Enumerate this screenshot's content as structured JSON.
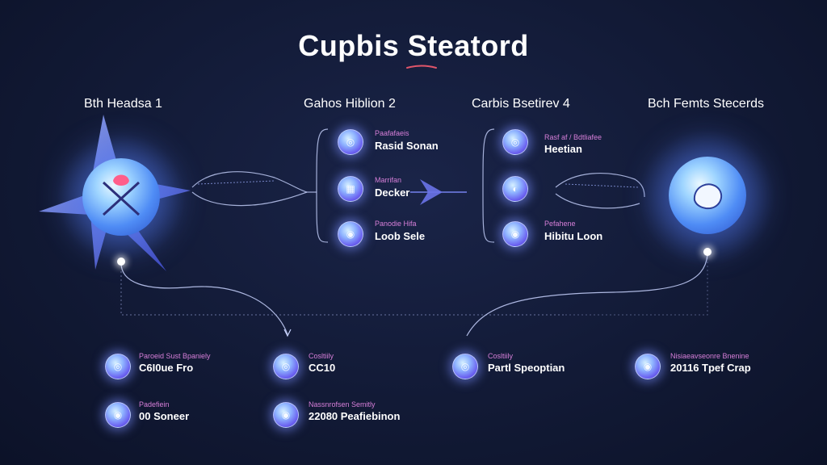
{
  "title": "Cupbis Steatord",
  "colors": {
    "background": "#121a36",
    "accent_underline": "#e0556a",
    "sublabel": "#d77fd9",
    "node_glow": "#8f9bff"
  },
  "columns": [
    {
      "header": "Bth Headsa 1"
    },
    {
      "header": "Gahos Hiblion 2"
    },
    {
      "header": "Carbis Bsetirev 4"
    },
    {
      "header": "Bch Femts Stecerds"
    }
  ],
  "middle_left_nodes": [
    {
      "sublabel": "Paafafaeis",
      "label": "Rasid Sonan",
      "icon": "sphere-icon"
    },
    {
      "sublabel": "Marrifan",
      "label": "Decker",
      "icon": "sphere-icon"
    },
    {
      "sublabel": "Panodie Hifa",
      "label": "Loob Sele",
      "icon": "sphere-icon"
    }
  ],
  "middle_right_nodes": [
    {
      "sublabel": "Rasf af / Bdtliafee",
      "label": "Heetian",
      "icon": "sphere-icon"
    },
    {
      "sublabel": "",
      "label": "",
      "icon": "sphere-icon"
    },
    {
      "sublabel": "Pefahene",
      "label": "Hibitu Loon",
      "icon": "sphere-icon"
    }
  ],
  "bottom_nodes": [
    {
      "sublabel": "Paroeid Sust Bpaniely",
      "label": "C6I0ue Fro",
      "icon": "sphere-icon"
    },
    {
      "sublabel": "Padefiein",
      "label": "00 Soneer",
      "icon": "sphere-icon"
    },
    {
      "sublabel": "Cosltiily",
      "label": "CC10",
      "icon": "sphere-icon"
    },
    {
      "sublabel": "Nassnrofsen Semitly",
      "label": "22080 Peafiebinon",
      "icon": "sphere-icon"
    },
    {
      "sublabel": "Cosltiily",
      "label": "Partl Speoptian",
      "icon": "sphere-icon"
    },
    {
      "sublabel": "Nisiaeavseonre Bnenine",
      "label": "20116 Tpef Crap",
      "icon": "sphere-icon"
    }
  ]
}
